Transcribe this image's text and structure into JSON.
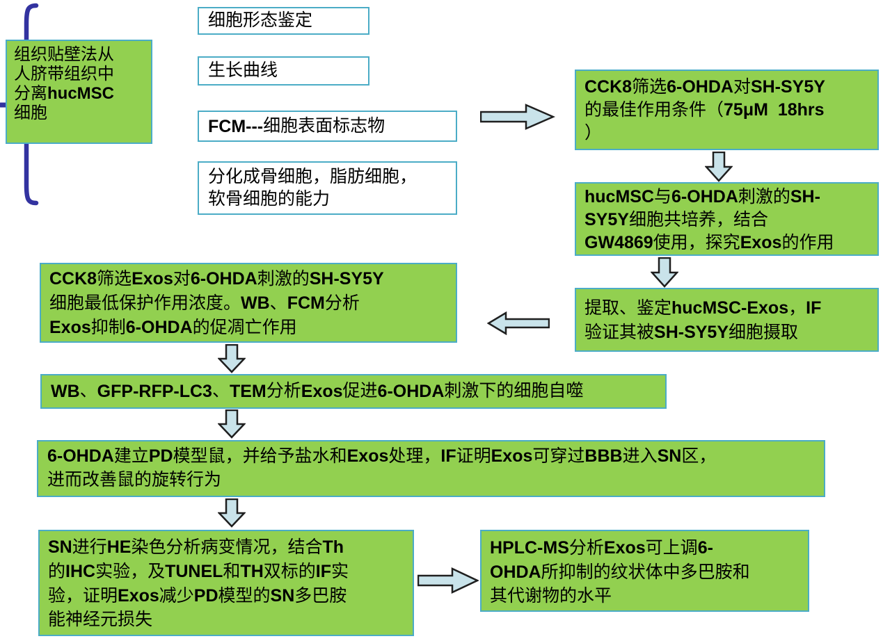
{
  "colors": {
    "box_green": "#92D050",
    "box_border_teal": "#4BACC6",
    "arrow_fill": "#C9E3EA",
    "arrow_outline": "#1F1F1F",
    "brace_blue": "#3333A0",
    "text": "#000000"
  },
  "flowchart": {
    "source": {
      "segments": [
        {
          "t": "组织贴壁法从\n人脐带组织中\n分离"
        },
        {
          "t": "hucMSC",
          "b": true
        },
        {
          "t": "\n细胞"
        }
      ]
    },
    "assays": [
      {
        "segments": [
          {
            "t": "细胞形态鉴定"
          }
        ]
      },
      {
        "segments": [
          {
            "t": "生长曲线"
          }
        ]
      },
      {
        "segments": [
          {
            "t": "FCM---",
            "b": true
          },
          {
            "t": "细胞表面标志物"
          }
        ]
      },
      {
        "segments": [
          {
            "t": "分化成骨细胞，脂肪细胞，\n软骨细胞的能力"
          }
        ]
      }
    ],
    "cck8_condition": {
      "segments": [
        {
          "t": "CCK8",
          "b": true
        },
        {
          "t": "筛选"
        },
        {
          "t": "6-OHDA",
          "b": true
        },
        {
          "t": "对"
        },
        {
          "t": "SH-SY5Y",
          "b": true
        },
        {
          "t": "\n的最佳作用条件（"
        },
        {
          "t": "75μM  18hrs",
          "b": true
        },
        {
          "t": "\n）"
        }
      ]
    },
    "coculture": {
      "segments": [
        {
          "t": "hucMSC",
          "b": true
        },
        {
          "t": "与"
        },
        {
          "t": "6-OHDA",
          "b": true
        },
        {
          "t": "刺激的"
        },
        {
          "t": "SH-\nSY5Y",
          "b": true
        },
        {
          "t": "细胞共培养，结合\n"
        },
        {
          "t": "GW4869",
          "b": true
        },
        {
          "t": "使用，探究"
        },
        {
          "t": "Exos",
          "b": true
        },
        {
          "t": "的作用"
        }
      ]
    },
    "extraction": {
      "segments": [
        {
          "t": "提取、鉴定"
        },
        {
          "t": "hucMSC-Exos",
          "b": true
        },
        {
          "t": "，"
        },
        {
          "t": "IF",
          "b": true
        },
        {
          "t": "\n验证其被"
        },
        {
          "t": "SH-SY5Y",
          "b": true
        },
        {
          "t": "细胞摄取"
        }
      ]
    },
    "exos_screen": {
      "segments": [
        {
          "t": "CCK8",
          "b": true
        },
        {
          "t": "筛选"
        },
        {
          "t": "Exos",
          "b": true
        },
        {
          "t": "对"
        },
        {
          "t": "6-OHDA",
          "b": true
        },
        {
          "t": "刺激的"
        },
        {
          "t": "SH-SY5Y",
          "b": true
        },
        {
          "t": "\n细胞最低保护作用浓度。"
        },
        {
          "t": "WB",
          "b": true
        },
        {
          "t": "、"
        },
        {
          "t": "FCM",
          "b": true
        },
        {
          "t": "分析\n"
        },
        {
          "t": "Exos",
          "b": true
        },
        {
          "t": "抑制"
        },
        {
          "t": "6-OHDA",
          "b": true
        },
        {
          "t": "的促凋亡作用"
        }
      ]
    },
    "autophagy": {
      "segments": [
        {
          "t": "WB",
          "b": true
        },
        {
          "t": "、"
        },
        {
          "t": "GFP-RFP-LC3",
          "b": true
        },
        {
          "t": "、"
        },
        {
          "t": "TEM",
          "b": true
        },
        {
          "t": "分析"
        },
        {
          "t": "Exos",
          "b": true
        },
        {
          "t": "促进"
        },
        {
          "t": "6-OHDA",
          "b": true
        },
        {
          "t": "刺激下的细胞自噬"
        }
      ]
    },
    "pd_model": {
      "segments": [
        {
          "t": "6-OHDA",
          "b": true
        },
        {
          "t": "建立"
        },
        {
          "t": "PD",
          "b": true
        },
        {
          "t": "模型鼠，并给予盐水和"
        },
        {
          "t": "Exos",
          "b": true
        },
        {
          "t": "处理，"
        },
        {
          "t": "IF",
          "b": true
        },
        {
          "t": "证明"
        },
        {
          "t": "Exos",
          "b": true
        },
        {
          "t": "可穿过"
        },
        {
          "t": "BBB",
          "b": true
        },
        {
          "t": "进入"
        },
        {
          "t": "SN",
          "b": true
        },
        {
          "t": "区，\n进而改善鼠的旋转行为"
        }
      ]
    },
    "sn_histology": {
      "segments": [
        {
          "t": "SN",
          "b": true
        },
        {
          "t": "进行"
        },
        {
          "t": "HE",
          "b": true
        },
        {
          "t": "染色分析病变情况，结合"
        },
        {
          "t": "Th",
          "b": true
        },
        {
          "t": "\n的"
        },
        {
          "t": "IHC",
          "b": true
        },
        {
          "t": "实验，及"
        },
        {
          "t": "TUNEL",
          "b": true
        },
        {
          "t": "和"
        },
        {
          "t": "TH",
          "b": true
        },
        {
          "t": "双标的"
        },
        {
          "t": "IF",
          "b": true
        },
        {
          "t": "实\n验，证明"
        },
        {
          "t": "Exos",
          "b": true
        },
        {
          "t": "减少"
        },
        {
          "t": "PD",
          "b": true
        },
        {
          "t": "模型的"
        },
        {
          "t": "SN",
          "b": true
        },
        {
          "t": "多巴胺\n能神经元损失"
        }
      ]
    },
    "hplc": {
      "segments": [
        {
          "t": "HPLC-MS",
          "b": true
        },
        {
          "t": "分析"
        },
        {
          "t": "Exos",
          "b": true
        },
        {
          "t": "可上调"
        },
        {
          "t": "6-\nOHDA",
          "b": true
        },
        {
          "t": "所抑制的纹状体中多巴胺和\n其代谢物的水平"
        }
      ]
    }
  }
}
